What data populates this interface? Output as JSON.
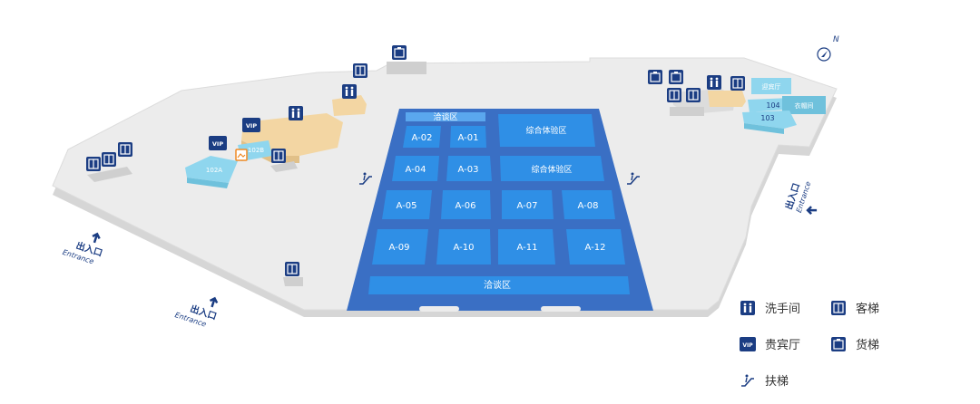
{
  "compass": {
    "label": "N"
  },
  "entrances": [
    {
      "cn": "出入口",
      "en": "Entrance"
    },
    {
      "cn": "出入口",
      "en": "Entrance"
    },
    {
      "cn": "出入口",
      "en": "Entrance"
    }
  ],
  "hall": {
    "top_zone": "洽谈区",
    "bottom_zone": "洽谈区",
    "experience_1": "综合体验区",
    "experience_2": "综合体验区",
    "booths": [
      "A-01",
      "A-02",
      "A-03",
      "A-04",
      "A-05",
      "A-06",
      "A-07",
      "A-08",
      "A-09",
      "A-10",
      "A-11",
      "A-12"
    ]
  },
  "rooms": {
    "room_102a": "102A",
    "room_102b": "102B",
    "room_103": "103",
    "room_104": "104",
    "reception": "迎宾厅",
    "cloakroom": "衣帽间"
  },
  "vip_badge": "VIP",
  "legend": {
    "restroom": "洗手间",
    "passenger_elevator": "客梯",
    "vip_lounge": "贵宾厅",
    "freight_elevator": "货梯",
    "escalator": "扶梯"
  },
  "colors": {
    "floor": "#ececec",
    "hall_dark": "#3a6fc4",
    "booth": "#2f8fe6",
    "room_cyan": "#8fd6ee",
    "room_beige": "#f3d6a3",
    "icon_navy": "#1b3d83"
  }
}
